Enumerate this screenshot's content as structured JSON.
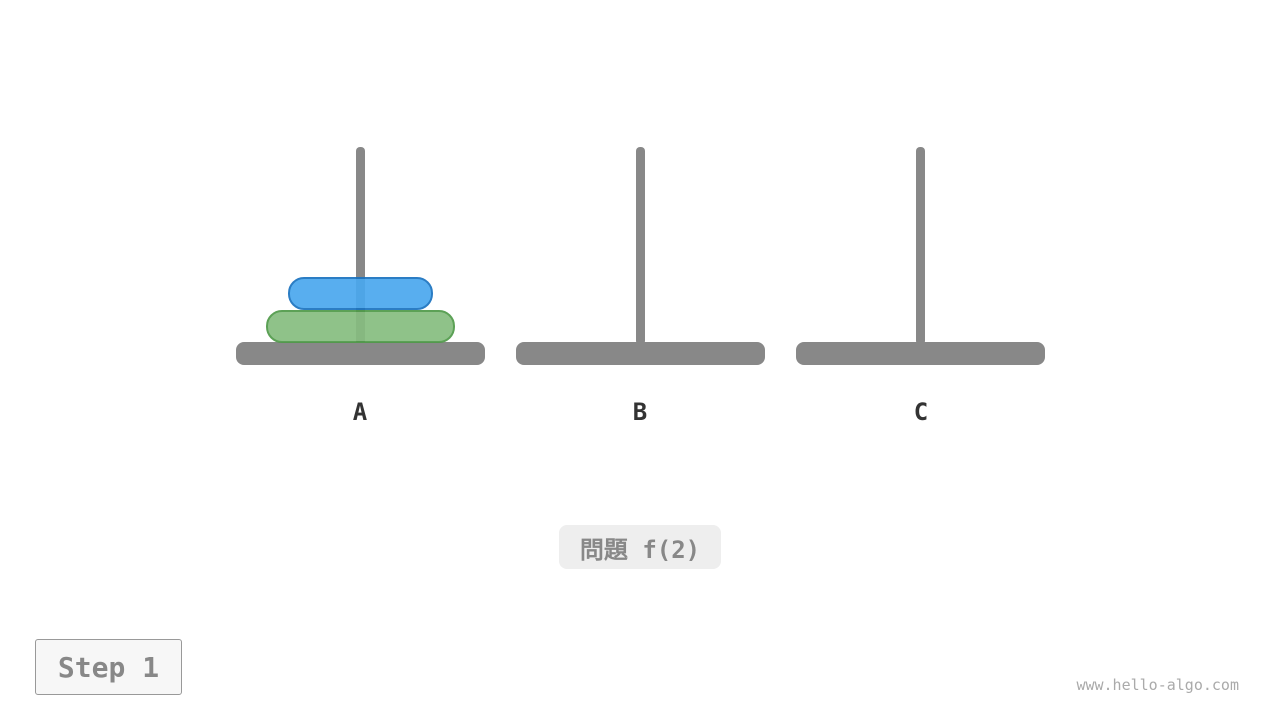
{
  "colors": {
    "rod": "#888888",
    "disk_small_fill": "#4aa8ee",
    "disk_small_border": "#1a73c0",
    "disk_large_fill": "#86bd80",
    "disk_large_border": "#4f9a48"
  },
  "pegs": [
    {
      "label": "A"
    },
    {
      "label": "B"
    },
    {
      "label": "C"
    }
  ],
  "disks": [
    {
      "size": 1,
      "peg": "A",
      "color": "blue"
    },
    {
      "size": 2,
      "peg": "A",
      "color": "green"
    }
  ],
  "problem": "問題 f(2)",
  "step": "Step 1",
  "watermark": "www.hello-algo.com"
}
